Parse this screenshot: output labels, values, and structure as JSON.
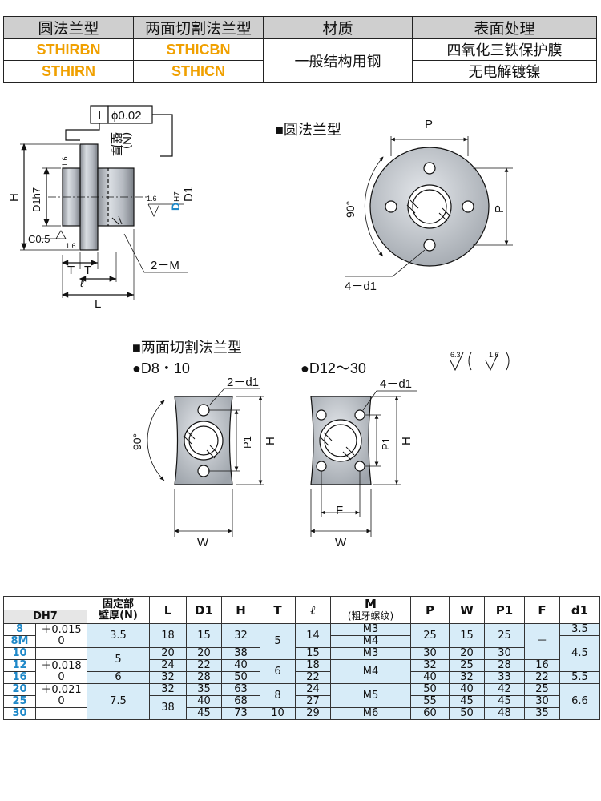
{
  "top_table": {
    "headers": [
      "圆法兰型",
      "两面切割法兰型",
      "材质",
      "表面处理"
    ],
    "rows": [
      {
        "round": "STHIRBN",
        "cut": "STHICBN",
        "surface": "四氧化三铁保护膜"
      },
      {
        "round": "STHIRN",
        "cut": "STHICN",
        "surface": "无电解镀镍"
      }
    ],
    "material": "一般结构用钢"
  },
  "drawing": {
    "side": {
      "tolerance_symbol": "⊥",
      "tolerance_value": "ϕ0.02",
      "wall": "壁厚",
      "wall_n": "(N)",
      "roughness_1": "1.6",
      "roughness_2": "1.6",
      "roughness_3": "1.6",
      "h": "H",
      "d1h7": "D1h7",
      "dh7": "D",
      "dh7_sub": "H7",
      "d1": "D1",
      "chamfer": "C0.5",
      "t1": "T",
      "t2": "T",
      "l_small": "ℓ",
      "l": "L",
      "screw": "2－M"
    },
    "round": {
      "title": "■圆法兰型",
      "p_top": "P",
      "p_right": "P",
      "angle": "90°",
      "holes": "4－d1"
    },
    "cut": {
      "title": "■两面切割法兰型",
      "sub1": "●D8・10",
      "sub2": "●D12～30",
      "holes1": "2－d1",
      "holes2": "4－d1",
      "angle": "90°",
      "p1_a": "P1",
      "h_a": "H",
      "w_a": "W",
      "p1_b": "P1",
      "h_b": "H",
      "f_b": "F",
      "w_b": "W",
      "rough_a": "6.3",
      "rough_b": "1.6"
    }
  },
  "spec_table": {
    "headers": {
      "d": "DH7",
      "wall": "固定部",
      "wall2": "壁厚(N)",
      "l": "L",
      "d1": "D1",
      "h": "H",
      "t": "T",
      "ell": "ℓ",
      "m": "M",
      "m_sub": "(粗牙螺纹)",
      "p": "P",
      "w": "W",
      "p1": "P1",
      "f": "F",
      "d1h": "d1"
    },
    "tol": [
      "＋0.015",
      "0",
      "＋0.018",
      "0",
      "＋0.021",
      "0"
    ],
    "rows": [
      {
        "d": "8",
        "wall": "3.5",
        "l": "18",
        "d1": "15",
        "h": "32",
        "t": "5",
        "ell": "14",
        "m": "M3",
        "p": "25",
        "w": "15",
        "p1": "25",
        "f": "－",
        "d1v": "3.5"
      },
      {
        "d": "8M",
        "m": "M4"
      },
      {
        "d": "10",
        "wall": "5",
        "l": "20",
        "d1": "20",
        "h": "38",
        "ell": "15",
        "m": "M3",
        "p": "30",
        "w": "20",
        "p1": "30",
        "d1v": "4.5"
      },
      {
        "d": "12",
        "l": "24",
        "d1": "22",
        "h": "40",
        "t": "6",
        "ell": "18",
        "m": "M4",
        "p": "32",
        "w": "25",
        "p1": "28",
        "f": "16"
      },
      {
        "d": "16",
        "wall": "6",
        "l": "32",
        "d1": "28",
        "h": "50",
        "ell": "22",
        "p": "40",
        "w": "32",
        "p1": "33",
        "f": "22",
        "d1v": "5.5"
      },
      {
        "d": "20",
        "wall": "7.5",
        "l": "32",
        "d1": "35",
        "h": "63",
        "t": "8",
        "ell": "24",
        "m": "M5",
        "p": "50",
        "w": "40",
        "p1": "42",
        "f": "25",
        "d1v": "6.6"
      },
      {
        "d": "25",
        "l": "38",
        "d1": "40",
        "h": "68",
        "ell": "27",
        "p": "55",
        "w": "45",
        "p1": "45",
        "f": "30"
      },
      {
        "d": "30",
        "d1": "45",
        "h": "73",
        "t": "10",
        "ell": "29",
        "m": "M6",
        "p": "60",
        "w": "50",
        "p1": "48",
        "f": "35"
      }
    ]
  }
}
